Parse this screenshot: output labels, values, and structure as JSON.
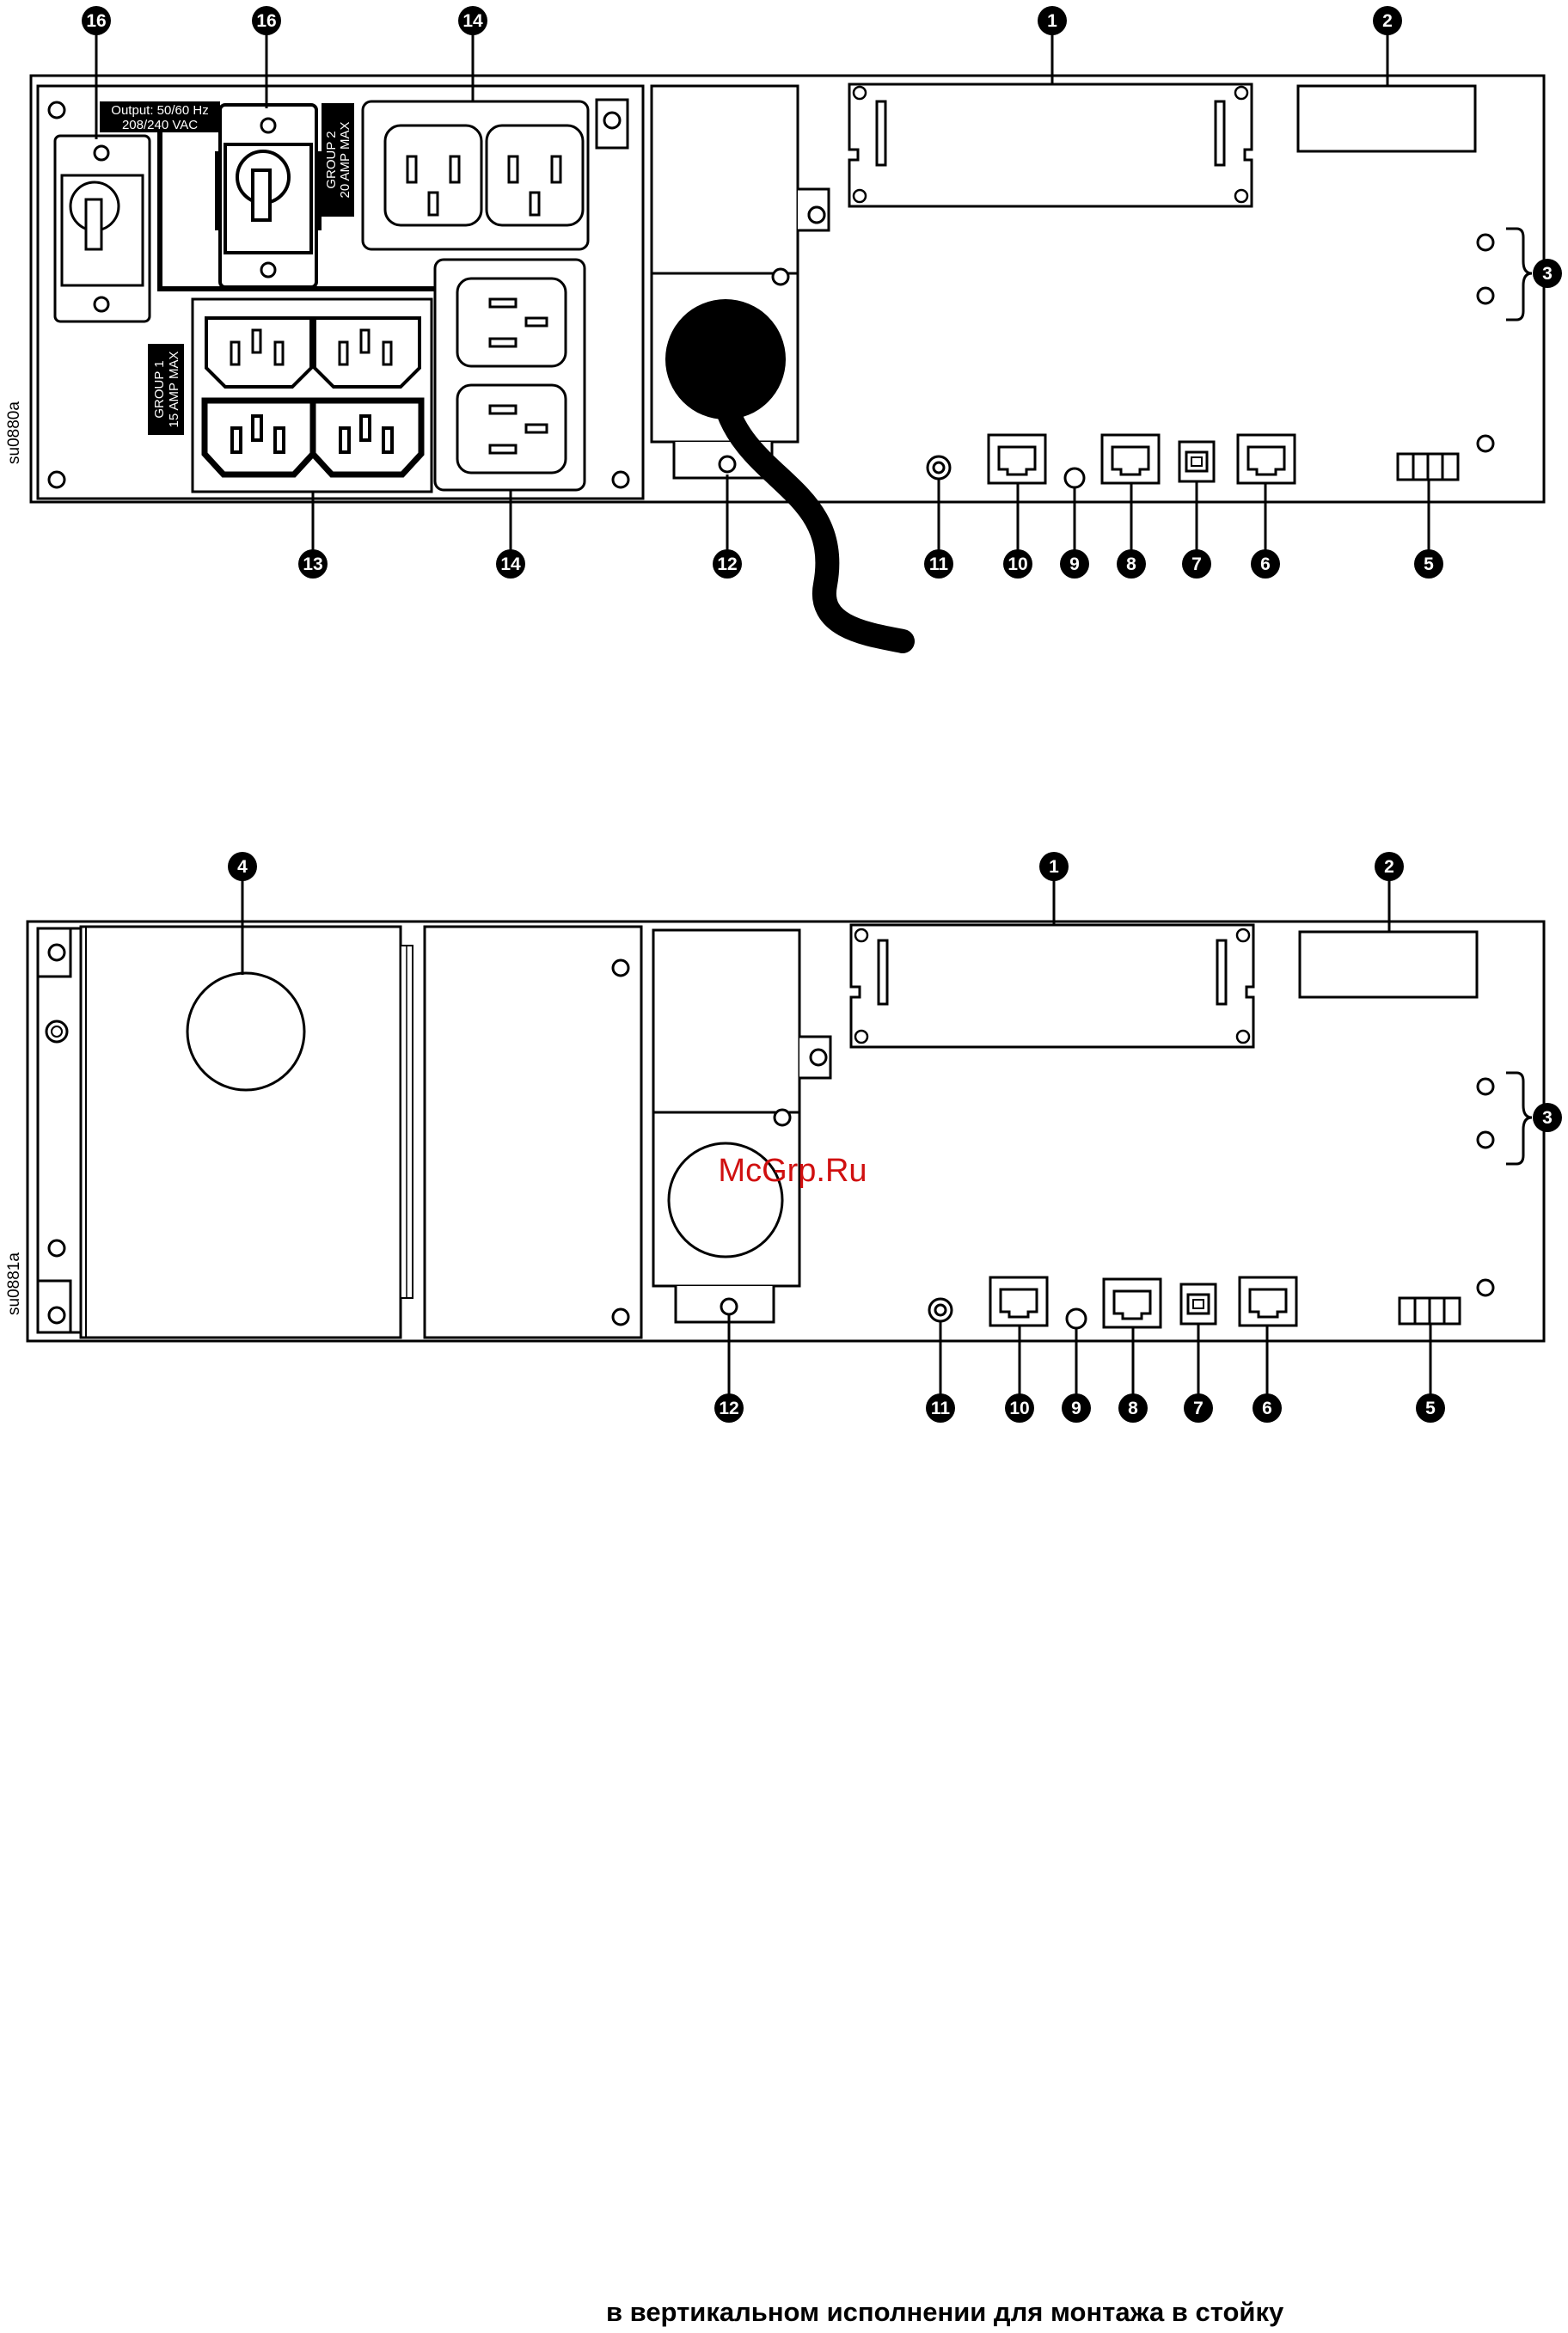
{
  "figure_top": {
    "code": "su0880a",
    "output_label_line1": "Output: 50/60 Hz",
    "output_label_line2": "208/240 VAC",
    "group2_line1": "GROUP 2",
    "group2_line2": "20 AMP MAX",
    "group1_line1": "GROUP 1",
    "group1_line2": "15 AMP MAX",
    "callouts": {
      "c16a": "16",
      "c16b": "16",
      "c14a": "14",
      "c1": "1",
      "c2": "2",
      "c3": "3",
      "c13": "13",
      "c14b": "14",
      "c12": "12",
      "c11": "11",
      "c10": "10",
      "c9": "9",
      "c8": "8",
      "c7": "7",
      "c6": "6",
      "c5": "5"
    }
  },
  "figure_bottom": {
    "code": "su0881a",
    "watermark": "McGrp.Ru",
    "callouts": {
      "c4": "4",
      "c1": "1",
      "c2": "2",
      "c3": "3",
      "c12": "12",
      "c11": "11",
      "c10": "10",
      "c9": "9",
      "c8": "8",
      "c7": "7",
      "c6": "6",
      "c5": "5"
    }
  },
  "caption": "в вертикальном исполнении для монтажа в стойку"
}
